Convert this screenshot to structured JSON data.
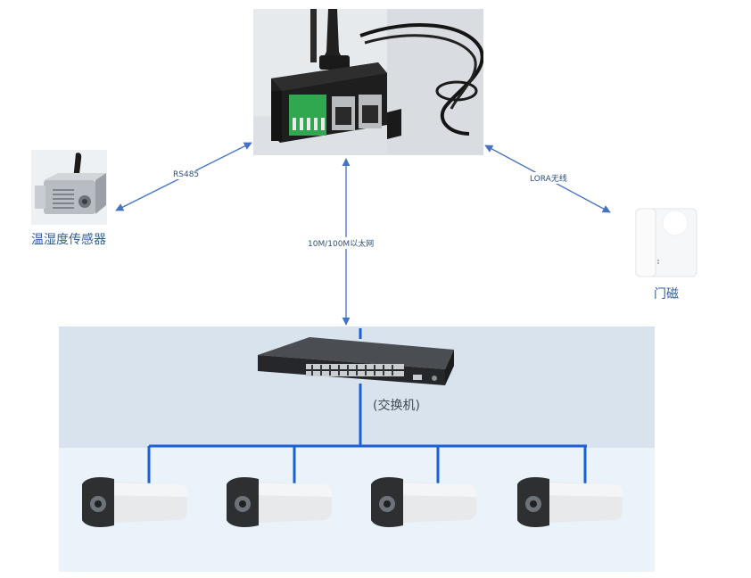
{
  "labels": {
    "rs485": "RS485",
    "ethernet": "10M/100M以太网",
    "lora": "LORA无线",
    "sensor": "温湿度传感器",
    "door": "门磁",
    "switch": "(交换机)"
  },
  "colors": {
    "link": "#4472c4",
    "bus": "#1f5fd6",
    "band_top": "#d8e3ed",
    "band_bottom": "#ebf3fa"
  },
  "icons": [
    "gateway-photo",
    "sensor-photo",
    "door-sensor-photo",
    "switch-photo",
    "camera-photo"
  ]
}
